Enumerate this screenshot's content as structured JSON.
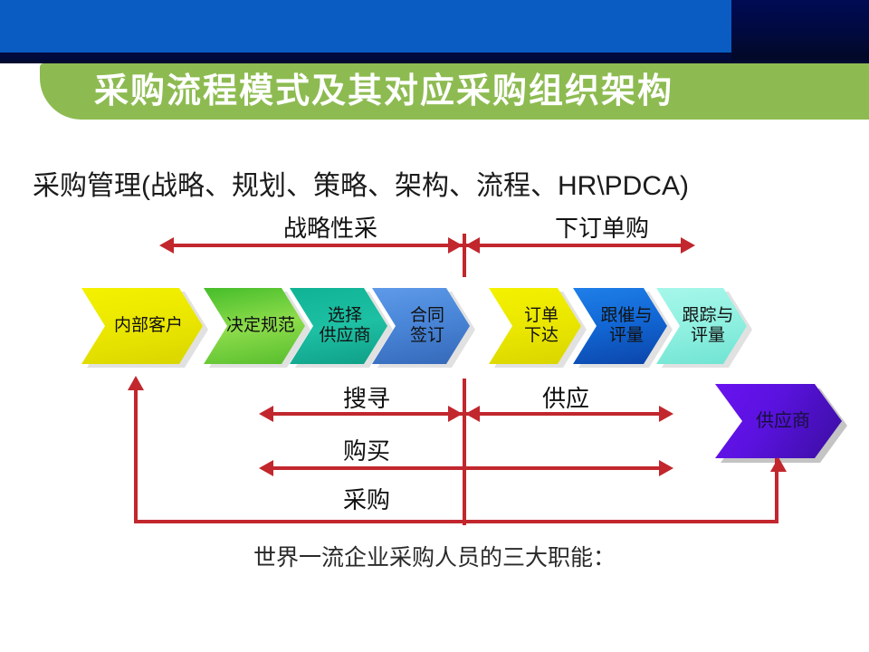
{
  "header": {
    "title": "采购流程模式及其对应采购组织架构",
    "blue_color": "#0a5cc2",
    "dark_color": "#000b54",
    "green_color": "#8dbb51",
    "title_color": "#ffffff"
  },
  "heading": {
    "management_line": "采购管理(战略、规划、策略、架构、流程、HR\\PDCA)"
  },
  "top_axis": {
    "left_label": "战略性采",
    "right_label": "下订单购"
  },
  "process": {
    "left_group": [
      {
        "label": "内部客户",
        "color": "#ece800"
      },
      {
        "label": "决定规范",
        "color": "#6fc63b"
      },
      {
        "label": "选择\n供应商",
        "color": "#12b89a"
      },
      {
        "label": "合同\n签订",
        "color": "#4a86d8"
      }
    ],
    "right_group": [
      {
        "label": "订单\n下达",
        "color": "#ece800"
      },
      {
        "label": "跟催与\n评量",
        "color": "#1268d6"
      },
      {
        "label": "跟踪与\n评量",
        "color": "#8ff0e0"
      }
    ]
  },
  "mid_axis": {
    "left_label": "搜寻",
    "right_label": "供应"
  },
  "lower_axis": {
    "above_label": "购买",
    "below_label": "采购"
  },
  "supplier": {
    "label": "供应商",
    "color": "#5b12e0"
  },
  "footer": {
    "note": "世界一流企业采购人员的三大职能："
  },
  "colors": {
    "arrow_red": "#c1272d",
    "text_dark": "#111111"
  }
}
